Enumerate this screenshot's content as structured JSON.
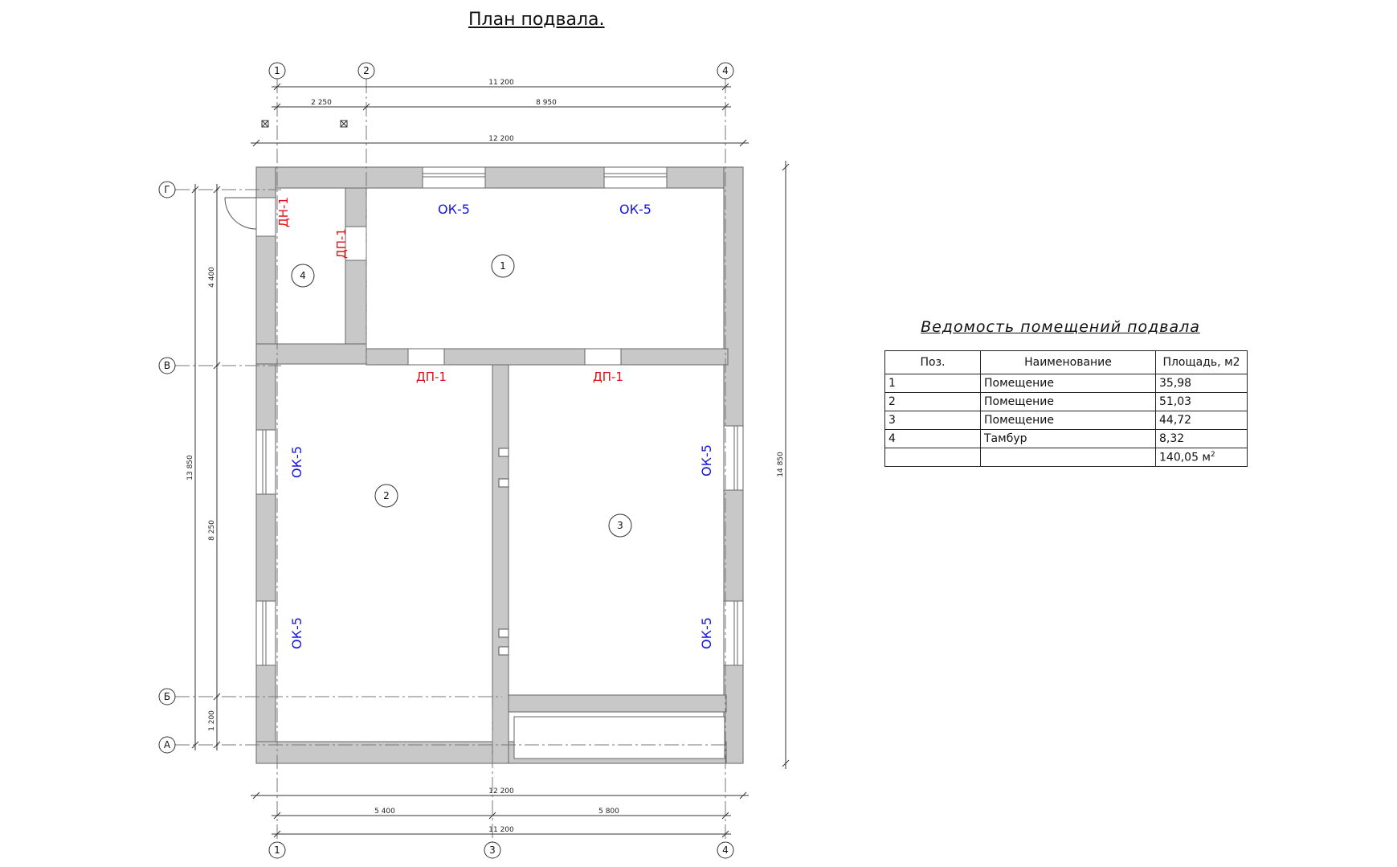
{
  "drawing_title": "План подвала.",
  "axes": {
    "cols_top": [
      "1",
      "2",
      "4"
    ],
    "cols_bottom": [
      "1",
      "3",
      "4"
    ],
    "rows": [
      "Г",
      "В",
      "Б",
      "А"
    ]
  },
  "dimensions": {
    "top_overall": "11 200",
    "top_seg_1": "2 250",
    "top_seg_2": "8 950",
    "top_walls": "12 200",
    "bottom_walls": "12 200",
    "bottom_seg_1": "5 400",
    "bottom_seg_2": "5 800",
    "bottom_overall": "11 200",
    "left_overall": "13 850",
    "left_seg_1": "4 400",
    "left_seg_2": "8 250",
    "left_seg_3": "1 200",
    "right_overall": "14 850"
  },
  "rooms": [
    "1",
    "2",
    "3",
    "4"
  ],
  "windows": {
    "top_left": "ОК-5",
    "top_right": "ОК-5",
    "left_upper": "ОК-5",
    "left_lower": "ОК-5",
    "right_upper": "ОК-5",
    "right_lower": "ОК-5"
  },
  "doors": {
    "exterior": "ДН-1",
    "tambour": "ДП-1",
    "room2": "ДП-1",
    "room3": "ДП-1"
  },
  "colors": {
    "wall": "#c8c8c8",
    "window_label": "#1515e6",
    "door_label": "#e01010"
  },
  "schedule": {
    "title": "Ведомость помещений подвала",
    "headers": [
      "Поз.",
      "Наименование",
      "Площадь, м2"
    ],
    "rows": [
      {
        "pos": "1",
        "name": "Помещение",
        "area": "35,98"
      },
      {
        "pos": "2",
        "name": "Помещение",
        "area": "51,03"
      },
      {
        "pos": "3",
        "name": "Помещение",
        "area": "44,72"
      },
      {
        "pos": "4",
        "name": "Тамбур",
        "area": "8,32"
      }
    ],
    "total_area": "140,05 м",
    "total_unit_power": "2"
  }
}
